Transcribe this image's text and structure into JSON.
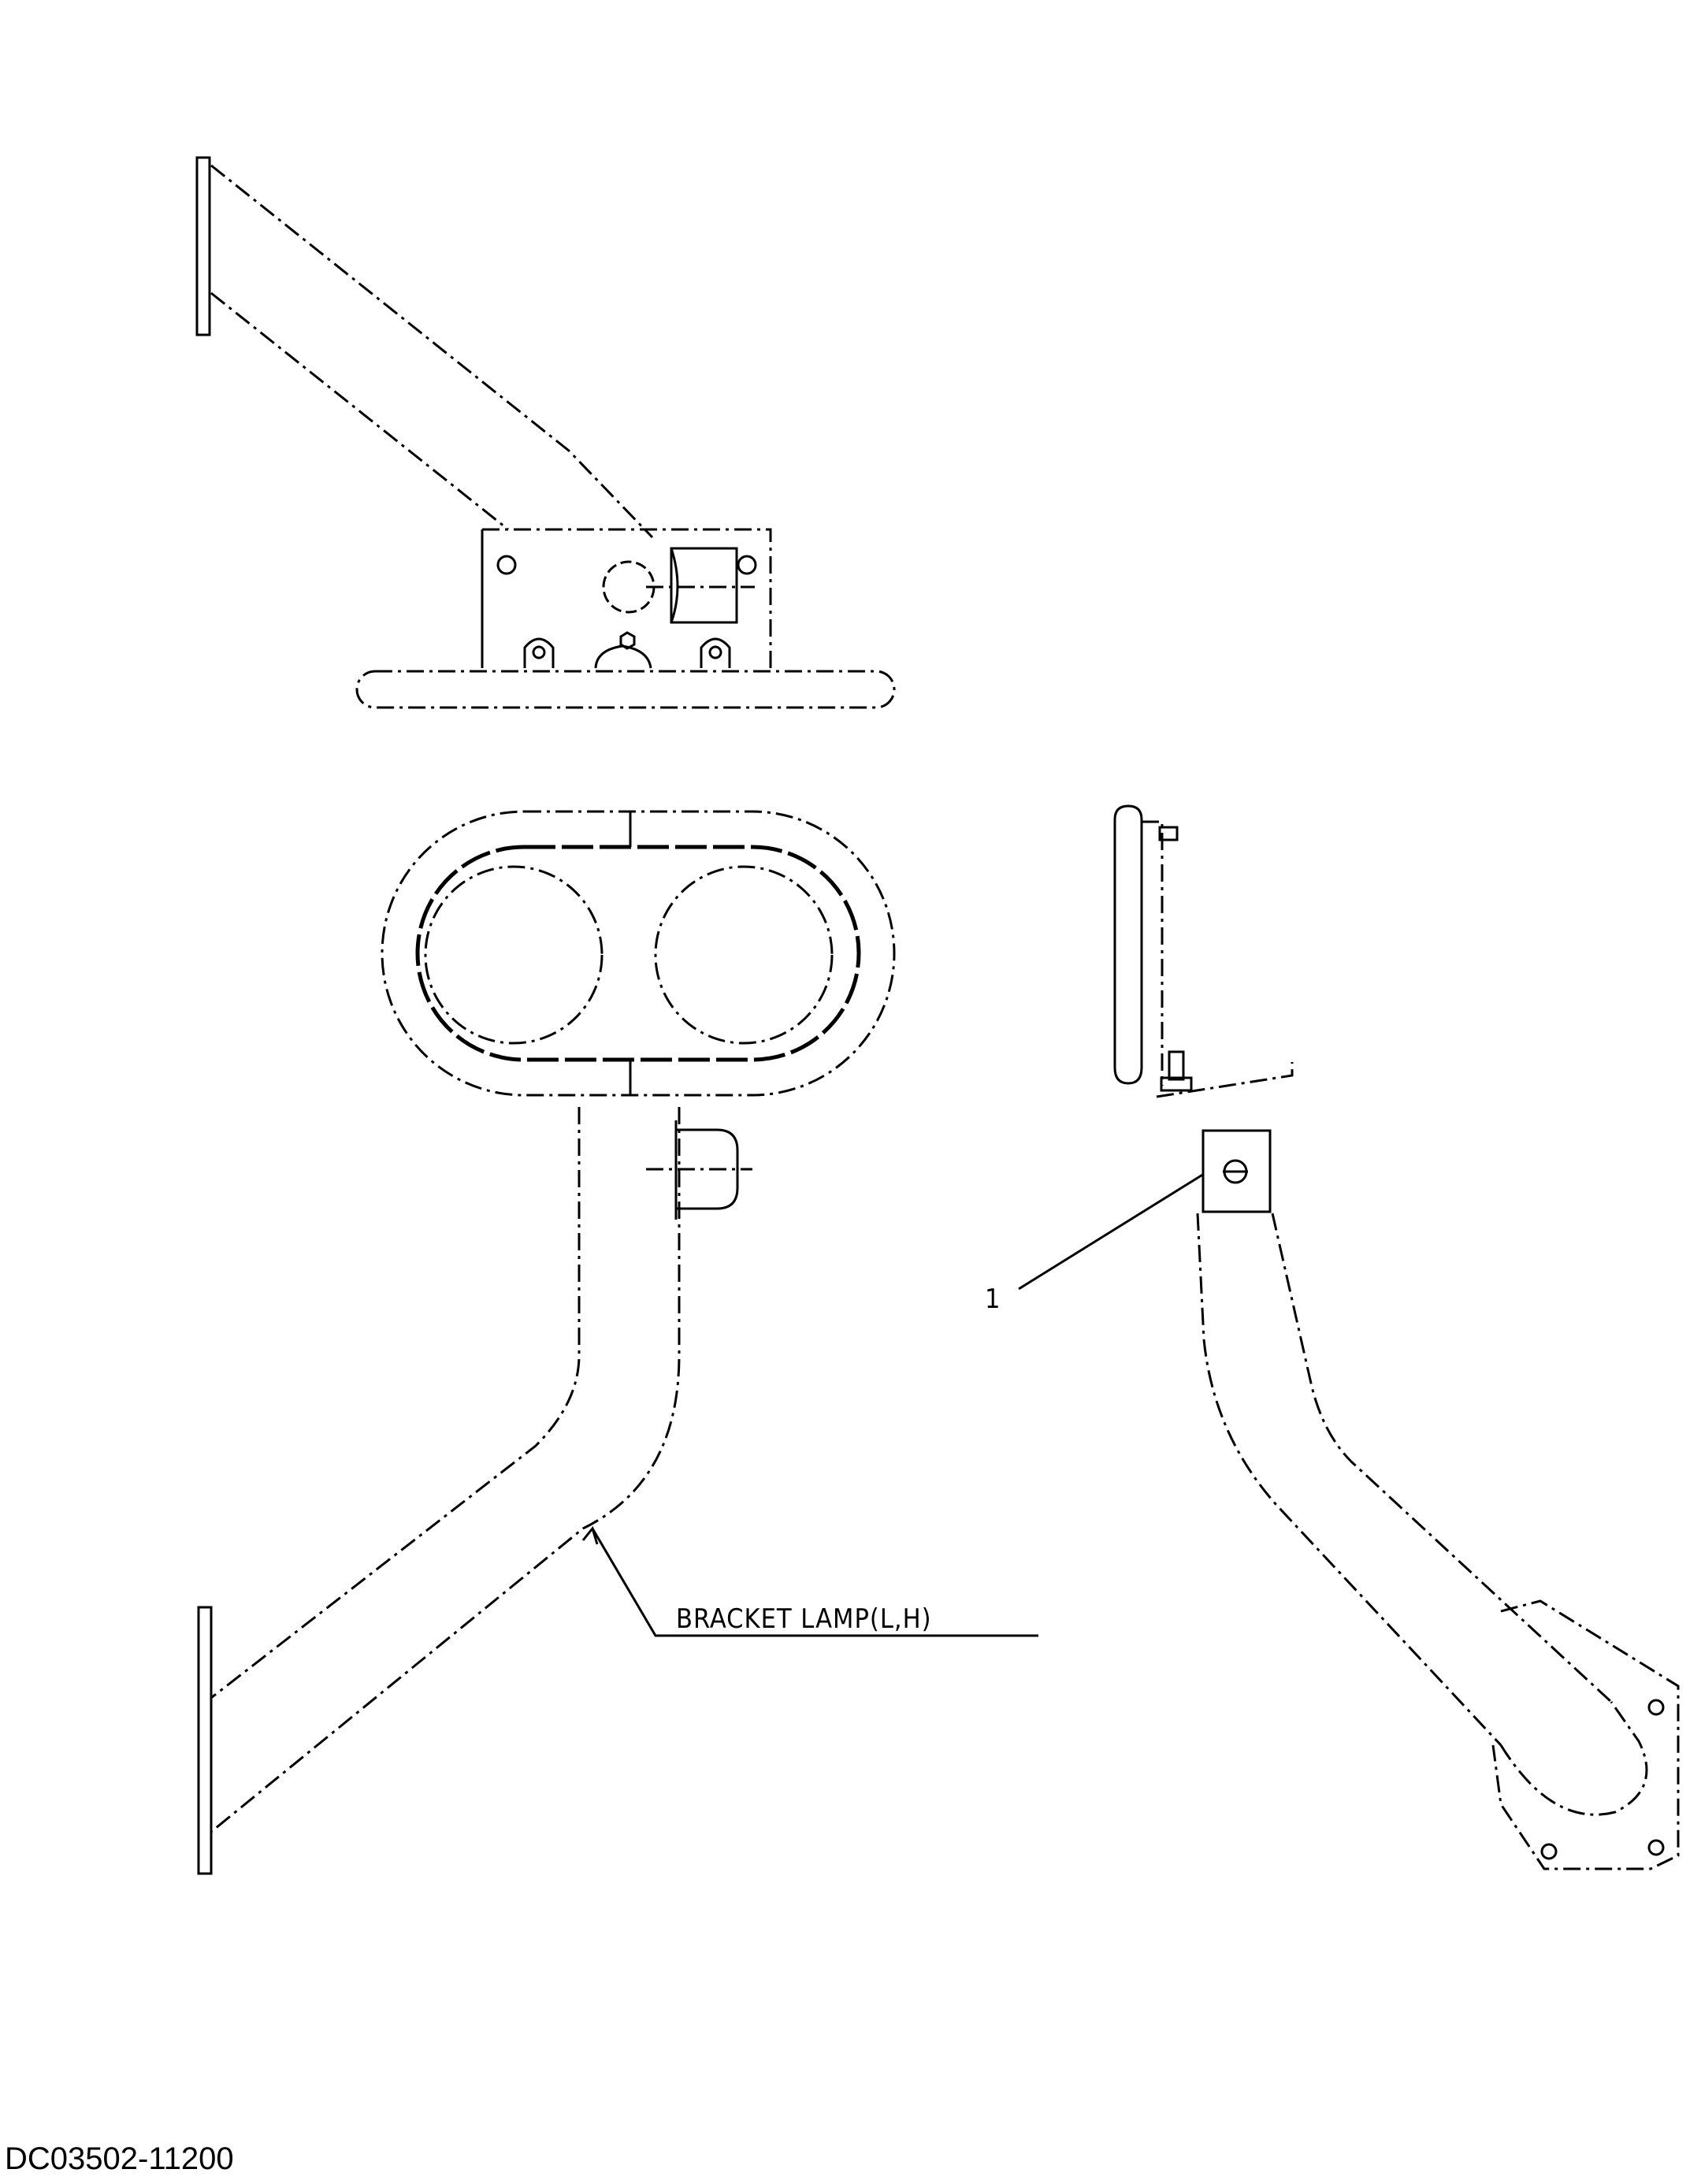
{
  "drawing": {
    "id": "DC03502-11200",
    "callouts": [
      {
        "label": "BRACKET LAMP(L,H)"
      },
      {
        "label": "1"
      }
    ]
  }
}
